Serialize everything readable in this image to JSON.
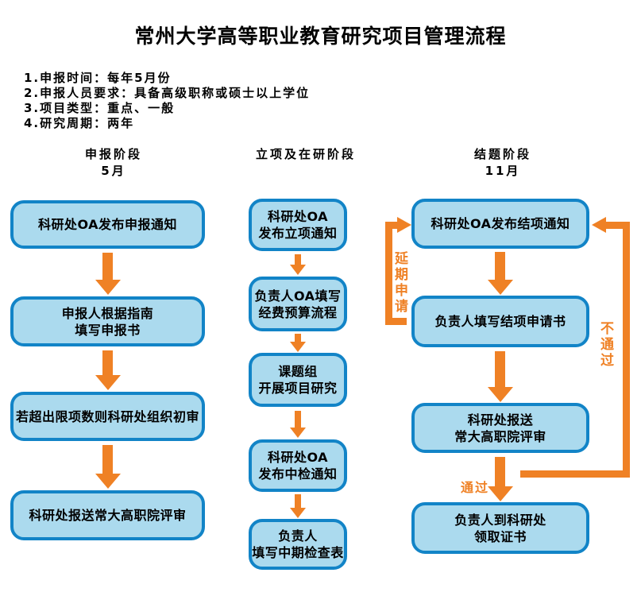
{
  "title": "常州大学高等职业教育研究项目管理流程",
  "notes": [
    "1.申报时间：每年5月份",
    "2.申报人员要求：具备高级职称或硕士以上学位",
    "3.项目类型：重点、一般",
    "4.研究周期：两年"
  ],
  "columns": [
    {
      "header": "申报阶段",
      "month": "5月",
      "boxes": [
        {
          "lines": [
            "科研处OA发布申报通知"
          ]
        },
        {
          "lines": [
            "申报人根据指南",
            "填写申报书"
          ]
        },
        {
          "lines": [
            "若超出限项数则科研处组织初审"
          ]
        },
        {
          "lines": [
            "科研处报送常大高职院评审"
          ]
        }
      ]
    },
    {
      "header": "立项及在研阶段",
      "boxes": [
        {
          "lines": [
            "科研处OA",
            "发布立项通知"
          ]
        },
        {
          "lines": [
            "负责人OA填写",
            "经费预算流程"
          ]
        },
        {
          "lines": [
            "课题组",
            "开展项目研究"
          ]
        },
        {
          "lines": [
            "科研处OA",
            "发布中检通知"
          ]
        },
        {
          "lines": [
            "负责人",
            "填写中期检查表"
          ]
        }
      ]
    },
    {
      "header": "结题阶段",
      "month": "11月",
      "boxes": [
        {
          "lines": [
            "科研处OA发布结项通知"
          ]
        },
        {
          "lines": [
            "负责人填写结项申请书"
          ]
        },
        {
          "lines": [
            "科研处报送",
            "常大高职院评审"
          ]
        },
        {
          "lines": [
            "负责人到科研处",
            "领取证书"
          ]
        }
      ]
    }
  ],
  "labels": {
    "extension": "延期申请",
    "fail": "不通过",
    "pass": "通过"
  },
  "colors": {
    "box_fill": "#abdaee",
    "box_border": "#1284c7",
    "arrow": "#ef8125",
    "text": "#000000"
  }
}
